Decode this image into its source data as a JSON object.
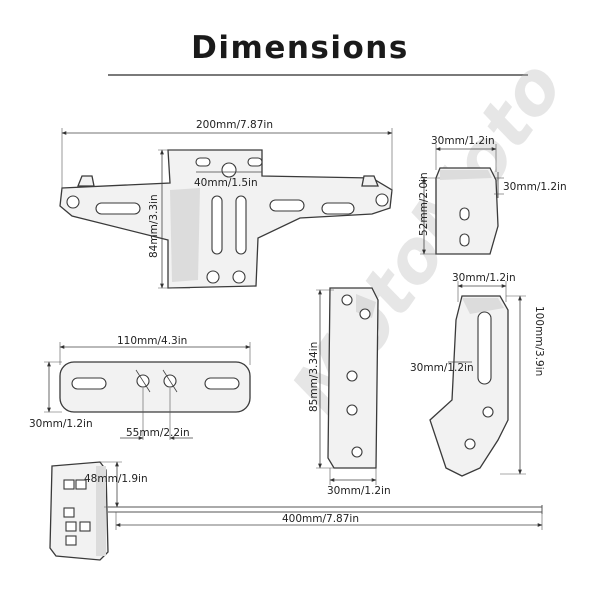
{
  "title": "Dimensions",
  "watermark": "MotoMoto",
  "labels": {
    "plate_width": "200mm/7.87in",
    "plate_hole_spacing": "40mm/1.5in",
    "plate_height": "84mm/3.3in",
    "bracket_top_width": "30mm/1.2in",
    "bracket_top_depth": "30mm/1.2in",
    "bracket_small_height": "52mm/2.0in",
    "long_bracket_width": "110mm/4.3in",
    "long_bracket_height": "30mm/1.2in",
    "long_bracket_hole_spacing": "55mm/2.2in",
    "strip_height": "85mm/3.34in",
    "strip_width": "30mm/1.2in",
    "side_bracket_width": "30mm/1.2in",
    "side_bracket_slot": "30mm/1.2in",
    "side_bracket_height": "100mm/3.9in",
    "light_height": "48mm/1.9in",
    "cable_length": "400mm/7.87in"
  }
}
